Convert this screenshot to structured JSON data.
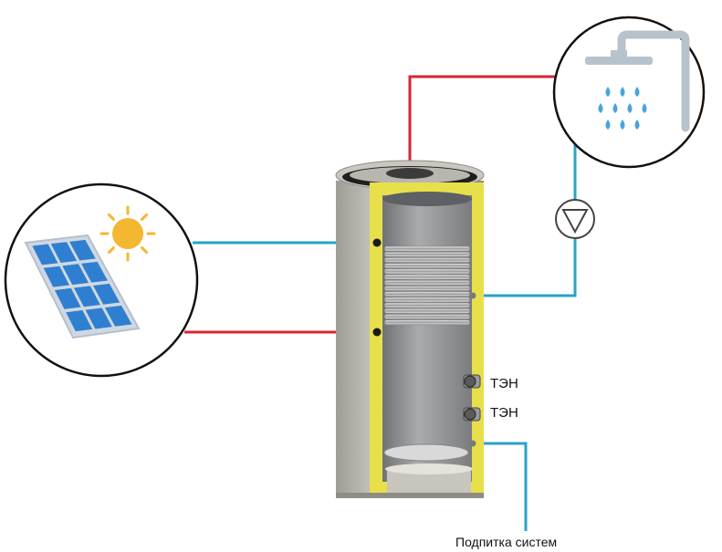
{
  "labels": {
    "heating_element_1": "ТЭН",
    "heating_element_2": "ТЭН",
    "system_makeup": "Подпитка систем"
  },
  "colors": {
    "hot_pipe": "#d7262f",
    "cold_pipe": "#2aa3c8",
    "tank_body": "#b9b7ae",
    "insulation": "#e8e04a",
    "solar_panel": "#2f7fd1",
    "sun": "#f4b731",
    "shower_frame": "#b7c3cc",
    "water_drops": "#4aa3df"
  },
  "icons": {
    "solar_collector": "solar-panel-icon",
    "hot_water_consumer": "shower-icon",
    "pump": "pump-icon",
    "sun": "sun-icon"
  }
}
